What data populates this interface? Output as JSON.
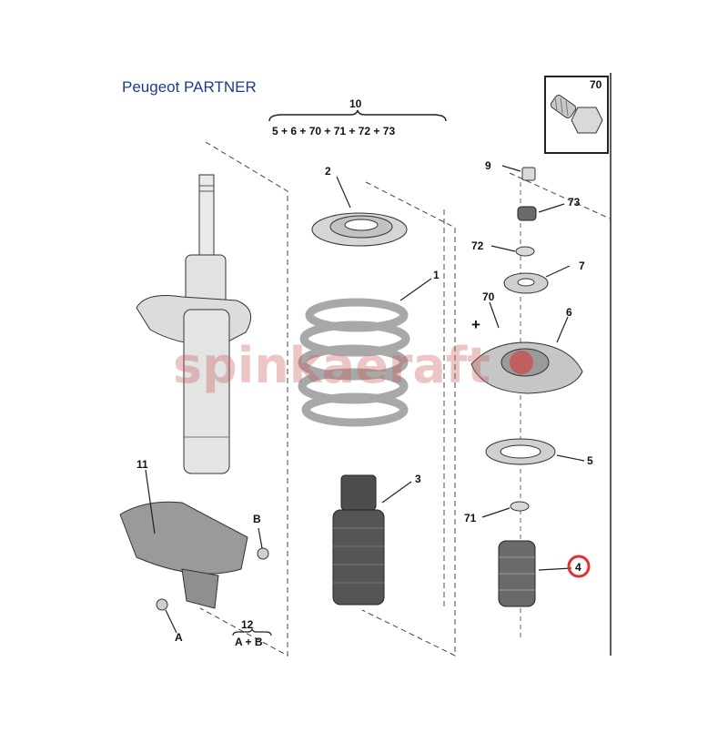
{
  "diagram": {
    "title": "Peugeot PARTNER",
    "group_assembly": {
      "number": "10",
      "formula": "5 + 6 + 70 + 71 + 72 + 73"
    },
    "group_fasteners": {
      "number": "12",
      "formula": "A + B"
    },
    "inset": {
      "number": "70",
      "icon": "bolt-icon"
    },
    "callouts": {
      "c1": "1",
      "c2": "2",
      "c3": "3",
      "c4": "4",
      "c5": "5",
      "c6": "6",
      "c7": "7",
      "c9": "9",
      "c11": "11",
      "c70": "70",
      "c71": "71",
      "c72": "72",
      "c73": "73",
      "cA": "A",
      "cB": "B"
    },
    "plus_sign": "+",
    "highlight_color": "#e03030",
    "watermark": "spinkaeraft"
  }
}
